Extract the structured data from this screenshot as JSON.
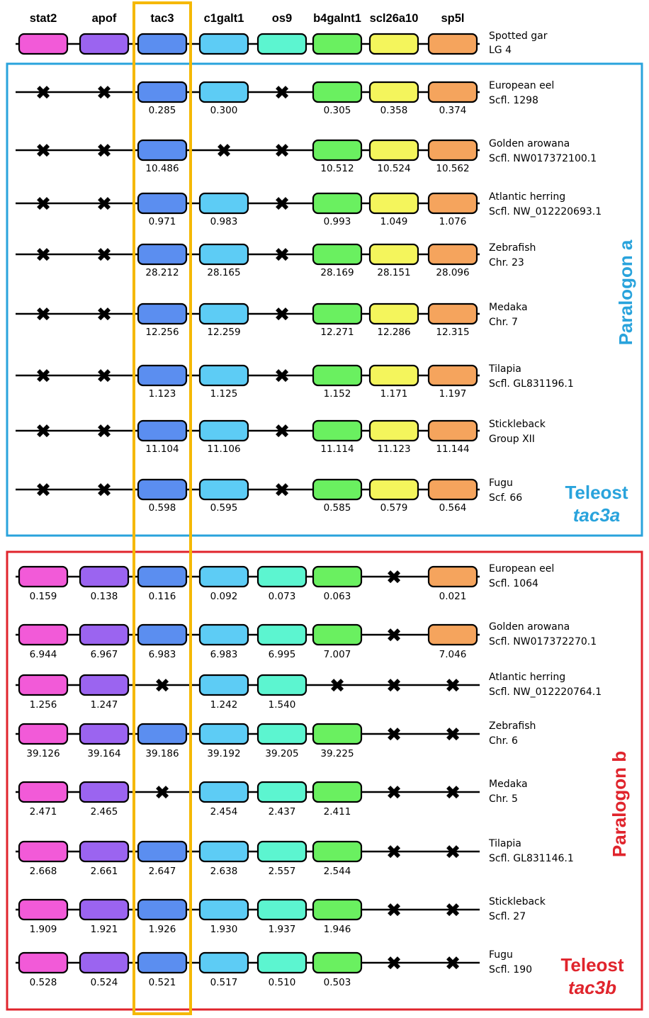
{
  "genes": [
    "stat2",
    "apof",
    "tac3",
    "c1galt1",
    "os9",
    "b4galnt1",
    "scl26a10",
    "sp5l"
  ],
  "gene_colors": [
    "#f25ad8",
    "#9b64f0",
    "#5b8ef0",
    "#5dccf5",
    "#5cf5d0",
    "#6af060",
    "#f4f55c",
    "#f5a45d"
  ],
  "reference": {
    "species": "Spotted gar",
    "locus": "LG 4"
  },
  "paralogon_a": {
    "label": "Paralogon a",
    "teleost_label": "Teleost",
    "gene_label": "tac3a",
    "border_color": "#29a3dc",
    "rows": [
      {
        "species": "European eel",
        "locus": "Scfl. 1298",
        "values": [
          null,
          null,
          "0.285",
          "0.300",
          null,
          "0.305",
          "0.358",
          "0.374"
        ]
      },
      {
        "species": "Golden arowana",
        "locus": "Scfl.  NW017372100.1",
        "values": [
          null,
          null,
          "10.486",
          null,
          null,
          "10.512",
          "10.524",
          "10.562"
        ]
      },
      {
        "species": "Atlantic herring",
        "locus": "Scfl.  NW_012220693.1",
        "values": [
          null,
          null,
          "0.971",
          "0.983",
          null,
          "0.993",
          "1.049",
          "1.076"
        ]
      },
      {
        "species": "Zebrafish",
        "locus": "Chr. 23",
        "values": [
          null,
          null,
          "28.212",
          "28.165",
          null,
          "28.169",
          "28.151",
          "28.096"
        ]
      },
      {
        "species": "Medaka",
        "locus": "Chr. 7",
        "values": [
          null,
          null,
          "12.256",
          "12.259",
          null,
          "12.271",
          "12.286",
          "12.315"
        ]
      },
      {
        "species": "Tilapia",
        "locus": "Scfl. GL831196.1",
        "values": [
          null,
          null,
          "1.123",
          "1.125",
          null,
          "1.152",
          "1.171",
          "1.197"
        ]
      },
      {
        "species": "Stickleback",
        "locus": "Group XII",
        "values": [
          null,
          null,
          "11.104",
          "11.106",
          null,
          "11.114",
          "11.123",
          "11.144"
        ]
      },
      {
        "species": "Fugu",
        "locus": "Scf. 66",
        "values": [
          null,
          null,
          "0.598",
          "0.595",
          null,
          "0.585",
          "0.579",
          "0.564"
        ]
      }
    ]
  },
  "paralogon_b": {
    "label": "Paralogon b",
    "teleost_label": "Teleost",
    "gene_label": "tac3b",
    "border_color": "#e0242c",
    "rows": [
      {
        "species": "European eel",
        "locus": "Scfl. 1064",
        "values": [
          "0.159",
          "0.138",
          "0.116",
          "0.092",
          "0.073",
          "0.063",
          null,
          "0.021"
        ]
      },
      {
        "species": "Golden arowana",
        "locus": "Scfl.  NW017372270.1",
        "values": [
          "6.944",
          "6.967",
          "6.983",
          "6.983",
          "6.995",
          "7.007",
          null,
          "7.046"
        ]
      },
      {
        "species": "Atlantic herring",
        "locus": "Scfl.  NW_012220764.1",
        "values": [
          "1.256",
          "1.247",
          null,
          "1.242",
          "1.540",
          null,
          null,
          null
        ]
      },
      {
        "species": "Zebrafish",
        "locus": "Chr. 6",
        "values": [
          "39.126",
          "39.164",
          "39.186",
          "39.192",
          "39.205",
          "39.225",
          null,
          null
        ]
      },
      {
        "species": "Medaka",
        "locus": "Chr. 5",
        "values": [
          "2.471",
          "2.465",
          null,
          "2.454",
          "2.437",
          "2.411",
          null,
          null
        ]
      },
      {
        "species": "Tilapia",
        "locus": "Scfl. GL831146.1",
        "values": [
          "2.668",
          "2.661",
          "2.647",
          "2.638",
          "2.557",
          "2.544",
          null,
          null
        ]
      },
      {
        "species": "Stickleback",
        "locus": "Scfl. 27",
        "values": [
          "1.909",
          "1.921",
          "1.926",
          "1.930",
          "1.937",
          "1.946",
          null,
          null
        ]
      },
      {
        "species": "Fugu",
        "locus": "Scfl. 190",
        "values": [
          "0.528",
          "0.524",
          "0.521",
          "0.517",
          "0.510",
          "0.503",
          null,
          null
        ]
      }
    ]
  },
  "highlight_color": "#f5b800"
}
